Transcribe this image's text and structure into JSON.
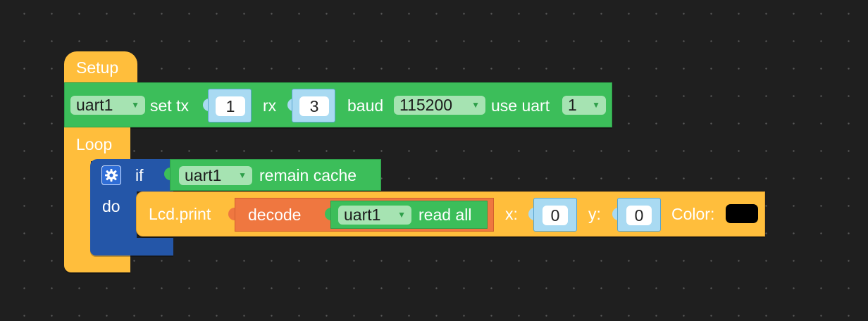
{
  "setup": {
    "label": "Setup"
  },
  "uart_setup": {
    "port_value": "uart1",
    "set_tx_label": "set tx",
    "tx_value": "1",
    "rx_label": "rx",
    "rx_value": "3",
    "baud_label": "baud",
    "baud_value": "115200",
    "use_uart_label": "use uart",
    "use_uart_value": "1"
  },
  "loop": {
    "label": "Loop"
  },
  "if_block": {
    "if_label": "if",
    "do_label": "do",
    "condition": {
      "port_value": "uart1",
      "label": "remain cache"
    }
  },
  "lcd_print": {
    "label": "Lcd.print",
    "decode_label": "decode",
    "read_port_value": "uart1",
    "read_all_label": "read all",
    "x_label": "x:",
    "x_value": "0",
    "y_label": "y:",
    "y_value": "0",
    "color_label": "Color:",
    "color_value": "#000000"
  },
  "icons": {
    "dropdown": "dropdown-arrow-icon",
    "mutator": "gear-icon"
  },
  "colors": {
    "background": "#1f1f1f",
    "event_block": "#ffbe3c",
    "uart_block": "#3cbe5a",
    "logic_block": "#2456a8",
    "decode_block": "#ef7740",
    "number_block": "#a9daf2"
  }
}
